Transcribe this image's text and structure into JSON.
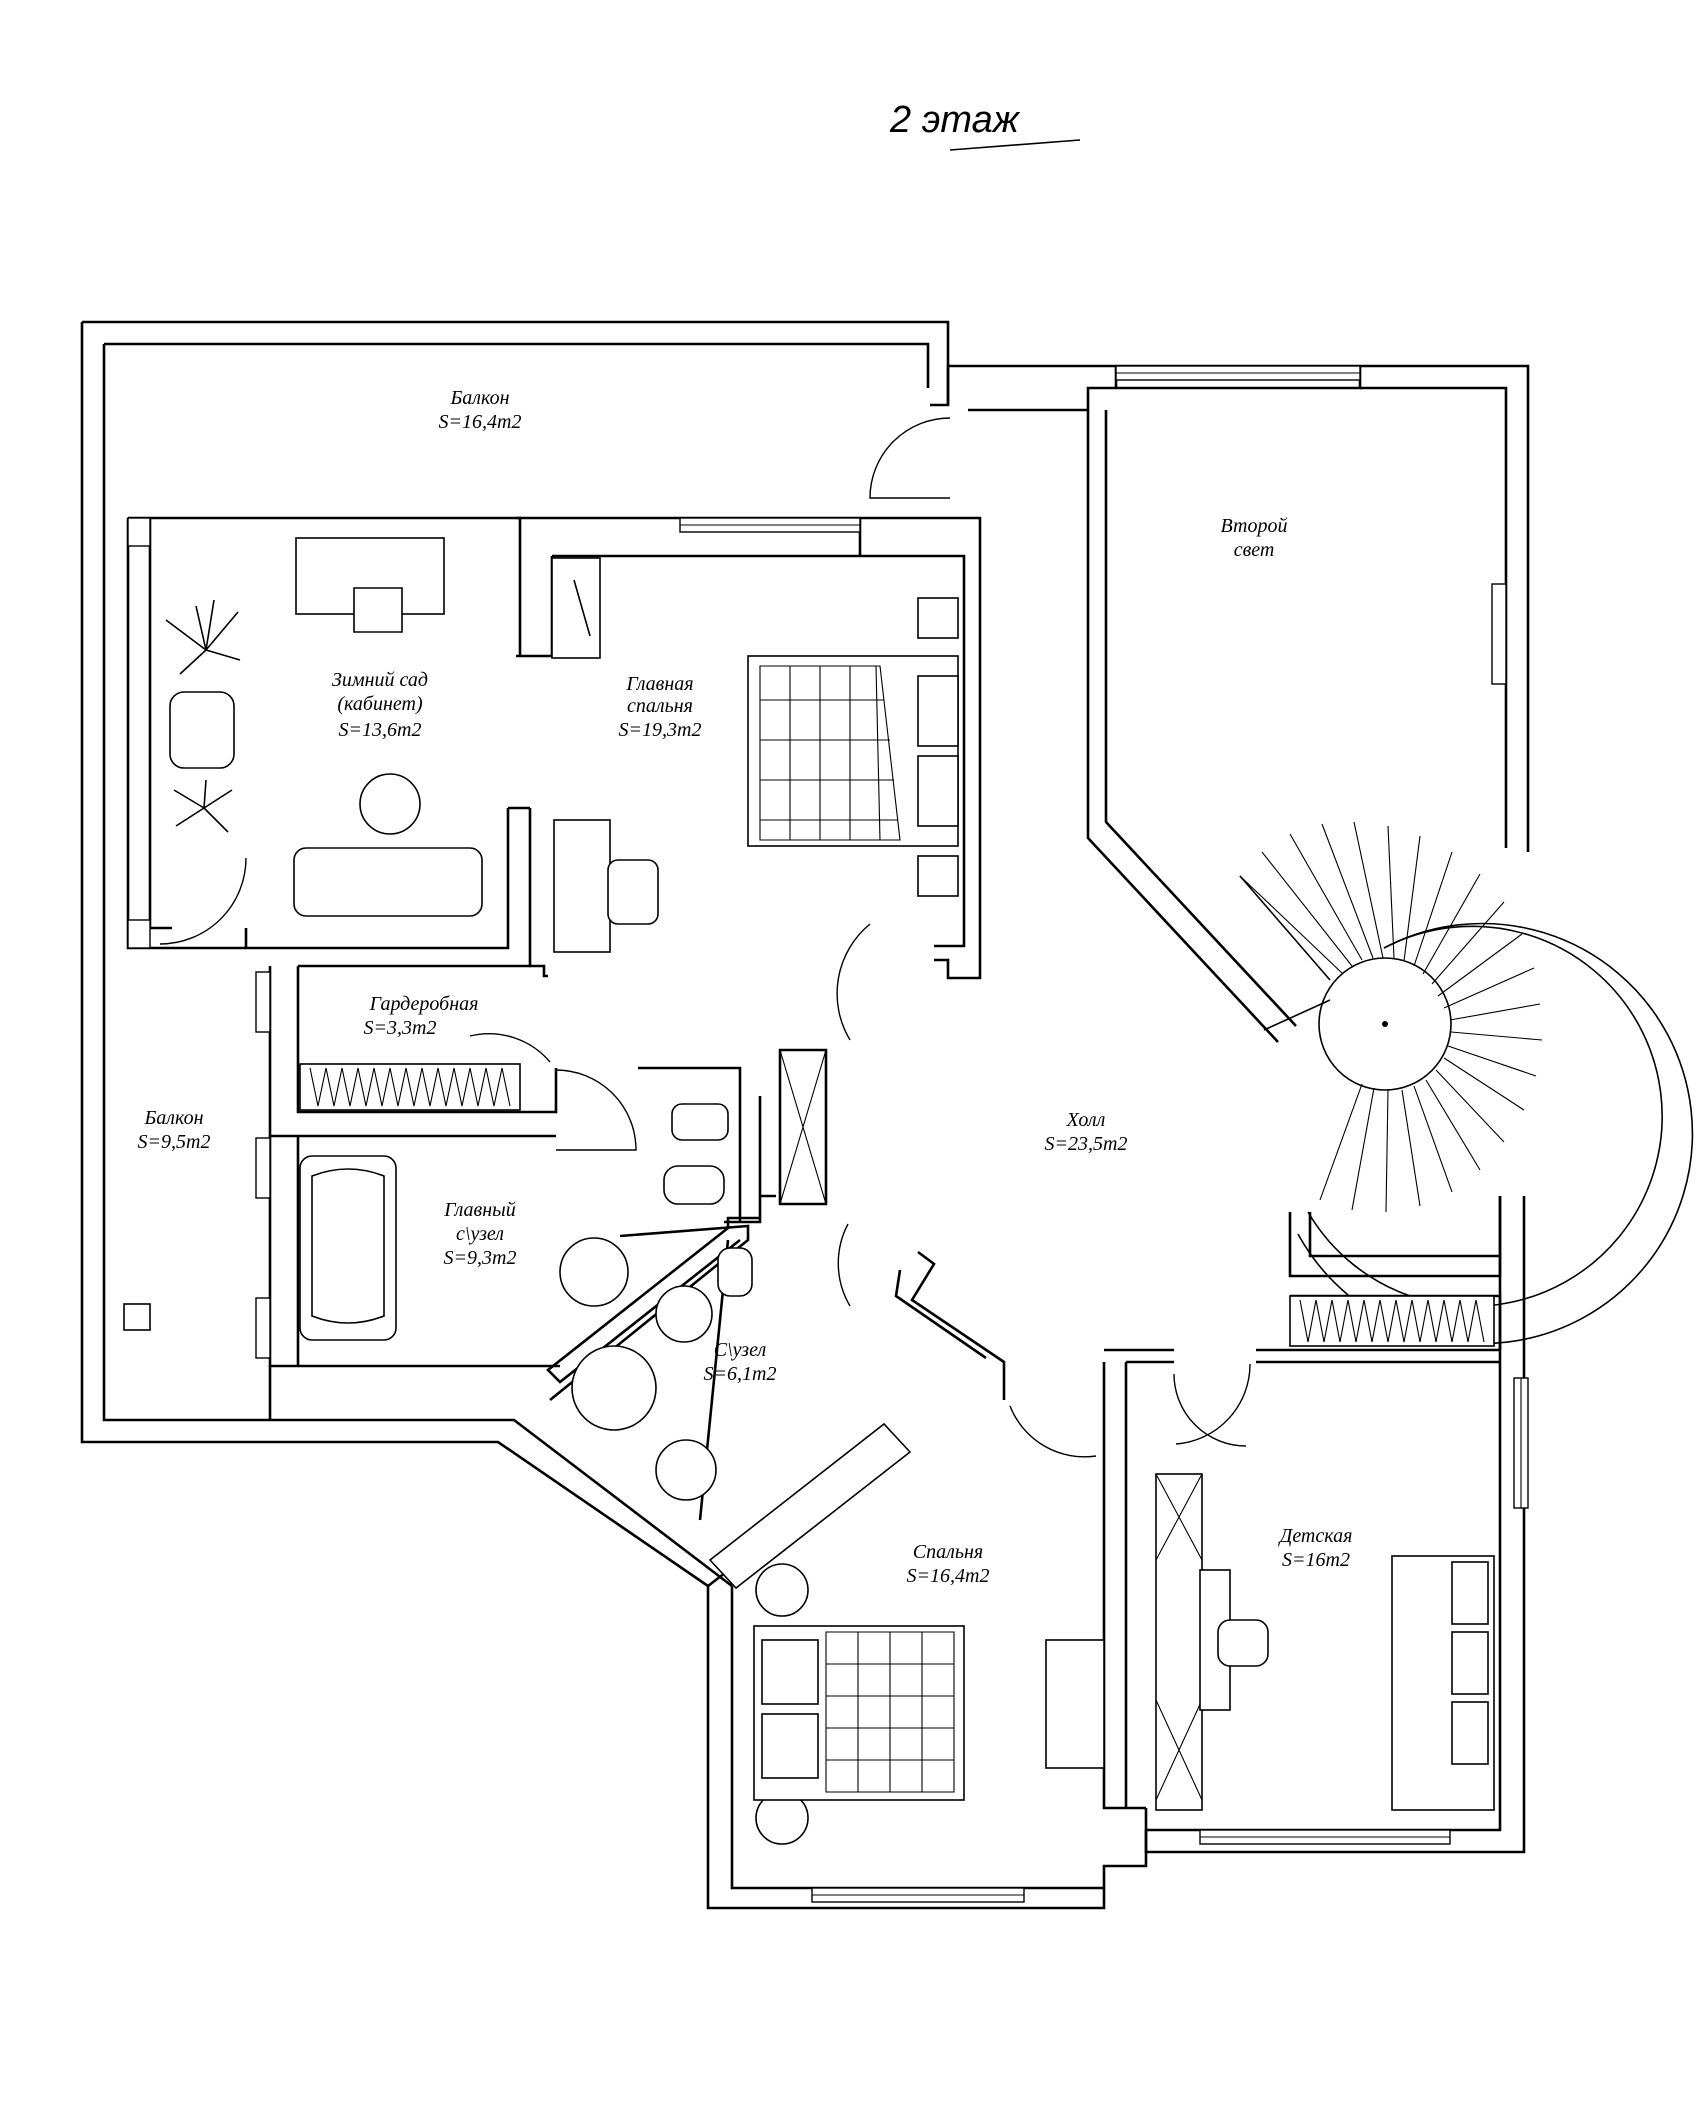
{
  "title": "2 этаж",
  "rooms": [
    {
      "key": "balcony_top",
      "name": "Балкон",
      "area": "S=16,4m2"
    },
    {
      "key": "second_light",
      "name": "Второй",
      "area": "свет"
    },
    {
      "key": "winter_garden",
      "name": "Зимний сад",
      "name2": "(кабинет)",
      "area": "S=13,6m2"
    },
    {
      "key": "master_bed",
      "name": "Главная",
      "name2": "спальня",
      "area": "S=19,3m2"
    },
    {
      "key": "wardrobe",
      "name": "Гардеробная",
      "area": "S=3,3m2"
    },
    {
      "key": "balcony_left",
      "name": "Балкон",
      "area": "S=9,5m2"
    },
    {
      "key": "master_bath",
      "name": "Главный",
      "name2": "с\\узел",
      "area": "S=9,3m2"
    },
    {
      "key": "hall",
      "name": "Холл",
      "area": "S=23,5m2"
    },
    {
      "key": "bath",
      "name": "С\\узел",
      "area": "S=6,1m2"
    },
    {
      "key": "bedroom",
      "name": "Спальня",
      "area": "S=16,4m2"
    },
    {
      "key": "kids",
      "name": "Детская",
      "area": "S=16m2"
    }
  ]
}
